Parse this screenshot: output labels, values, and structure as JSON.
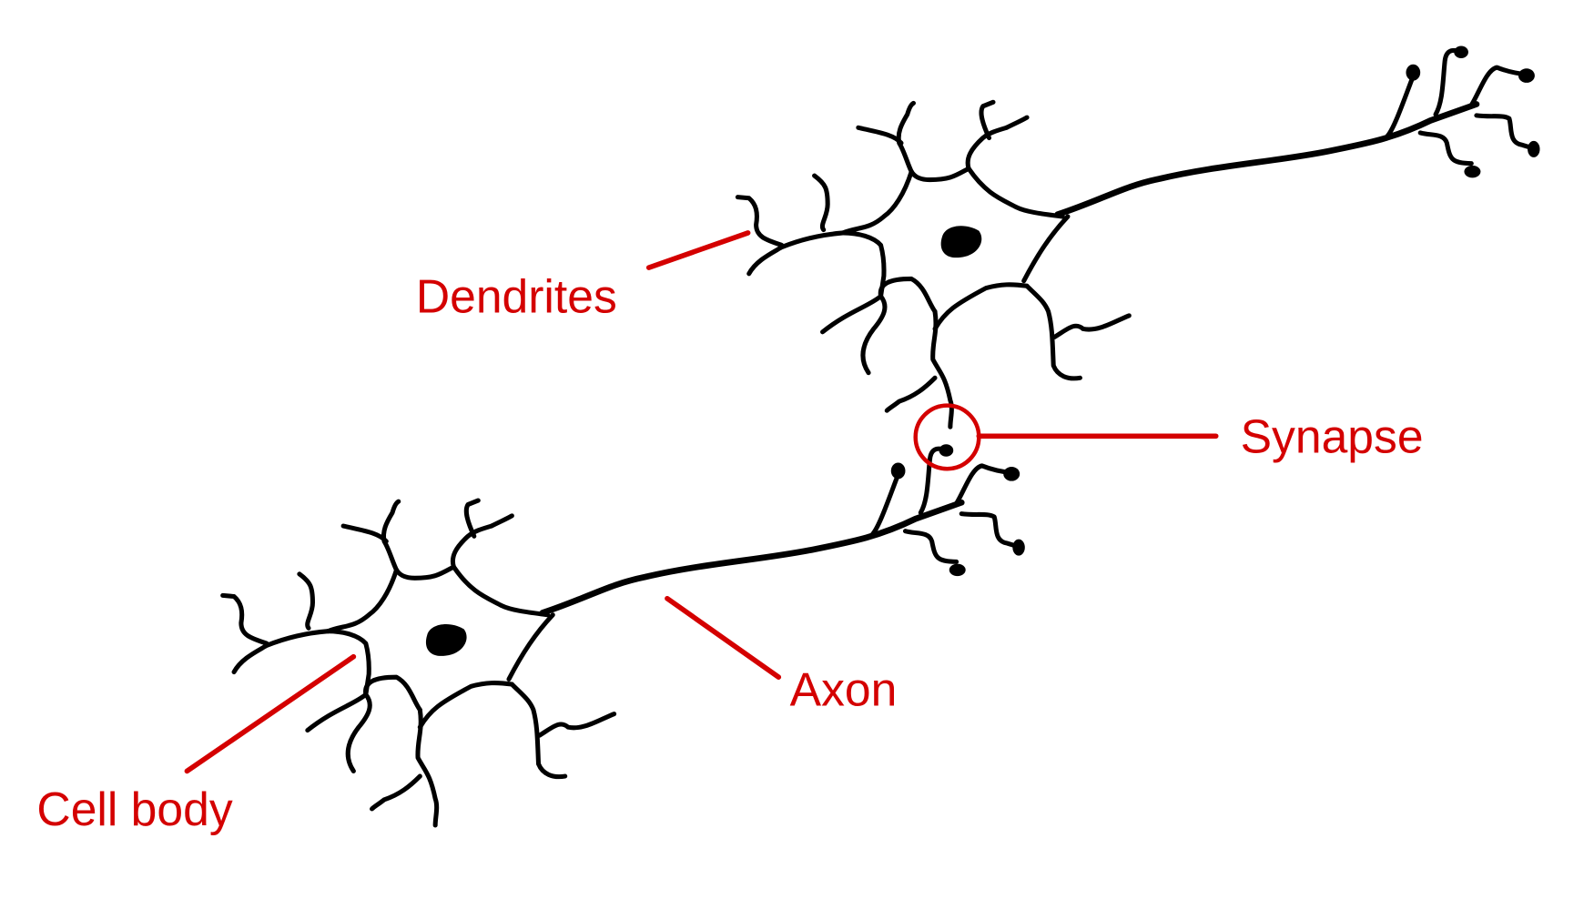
{
  "labels": {
    "dendrites": "Dendrites",
    "synapse": "Synapse",
    "axon": "Axon",
    "cell_body": "Cell body"
  },
  "colors": {
    "label": "#d40000",
    "neuron": "#000000",
    "background": "#ffffff"
  }
}
